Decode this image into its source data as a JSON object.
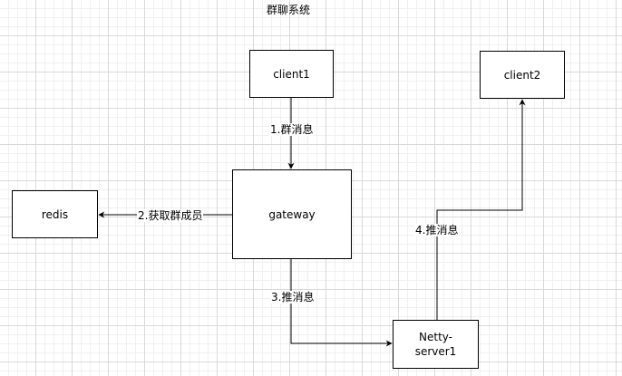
{
  "title": "群聊系统",
  "nodes": {
    "client1": "client1",
    "client2": "client2",
    "gateway": "gateway",
    "redis": "redis",
    "netty": "Netty-\nserver1"
  },
  "edges": {
    "step1": "1.群消息",
    "step2": "2.获取群成员",
    "step3": "3.推消息",
    "step4": "4.推消息"
  }
}
